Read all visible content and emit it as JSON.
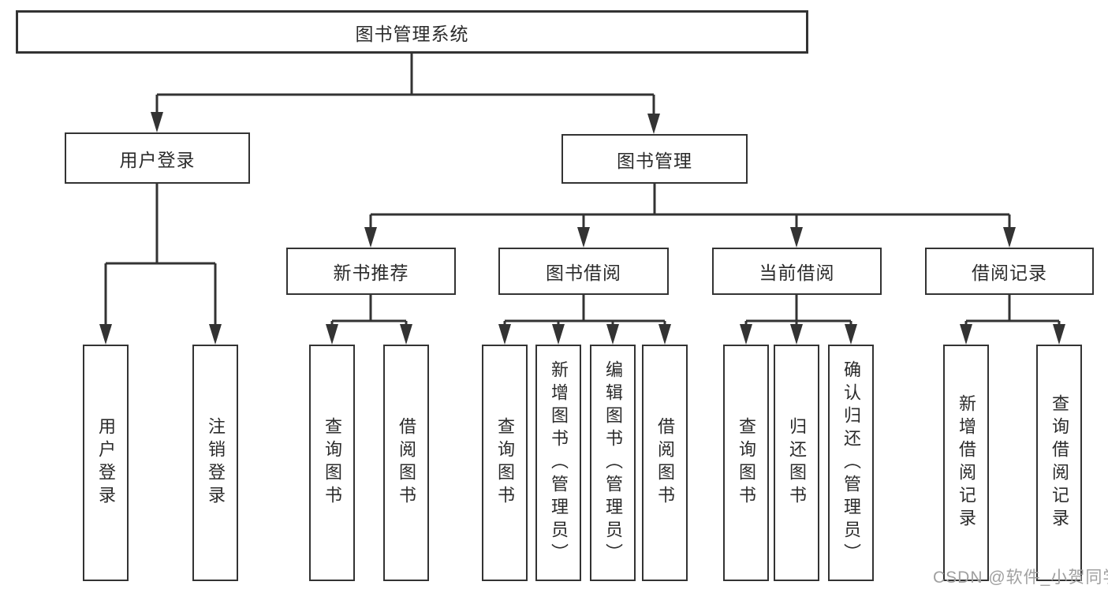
{
  "diagram": {
    "root": {
      "label": "图书管理系统"
    },
    "level2": [
      {
        "label": "用户登录"
      },
      {
        "label": "图书管理"
      }
    ],
    "level3": [
      {
        "label": "新书推荐",
        "parent": "图书管理"
      },
      {
        "label": "图书借阅",
        "parent": "图书管理"
      },
      {
        "label": "当前借阅",
        "parent": "图书管理"
      },
      {
        "label": "借阅记录",
        "parent": "图书管理"
      }
    ],
    "leaves": [
      {
        "label": "用户登录",
        "parent": "用户登录"
      },
      {
        "label": "注销登录",
        "parent": "用户登录"
      },
      {
        "label": "查询图书",
        "parent": "新书推荐"
      },
      {
        "label": "借阅图书",
        "parent": "新书推荐"
      },
      {
        "label": "查询图书",
        "parent": "图书借阅"
      },
      {
        "label": "新增图书（管理员）",
        "parent": "图书借阅"
      },
      {
        "label": "编辑图书（管理员）",
        "parent": "图书借阅"
      },
      {
        "label": "借阅图书",
        "parent": "图书借阅"
      },
      {
        "label": "查询图书",
        "parent": "当前借阅"
      },
      {
        "label": "归还图书",
        "parent": "当前借阅"
      },
      {
        "label": "确认归还（管理员）",
        "parent": "当前借阅"
      },
      {
        "label": "新增借阅记录",
        "parent": "借阅记录"
      },
      {
        "label": "查询借阅记录",
        "parent": "借阅记录"
      }
    ]
  },
  "watermark": {
    "text": "CSDN @软件_小贺同学"
  },
  "colors": {
    "line": "#333333",
    "box_border": "#333333",
    "box_fill": "#ffffff",
    "text": "#2b2b2b",
    "watermark": "#a0a0a0",
    "background": "#ffffff"
  }
}
